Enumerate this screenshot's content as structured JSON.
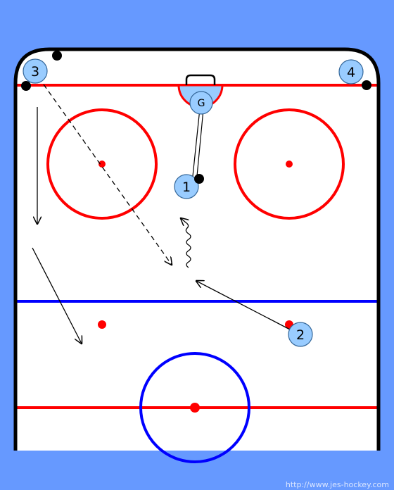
{
  "colors": {
    "background": "#6699ff",
    "ice": "#ffffff",
    "boards": "#000000",
    "red_line": "#ff0000",
    "blue_line": "#0000ff",
    "player_fill": "#99ccff",
    "player_stroke": "#336699"
  },
  "players": [
    {
      "id": "p3",
      "label": "3"
    },
    {
      "id": "p4",
      "label": "4"
    },
    {
      "id": "p1",
      "label": "1"
    },
    {
      "id": "p2",
      "label": "2"
    }
  ],
  "goalie": {
    "label": "G"
  },
  "credit": "http://www.jes-hockey.com"
}
